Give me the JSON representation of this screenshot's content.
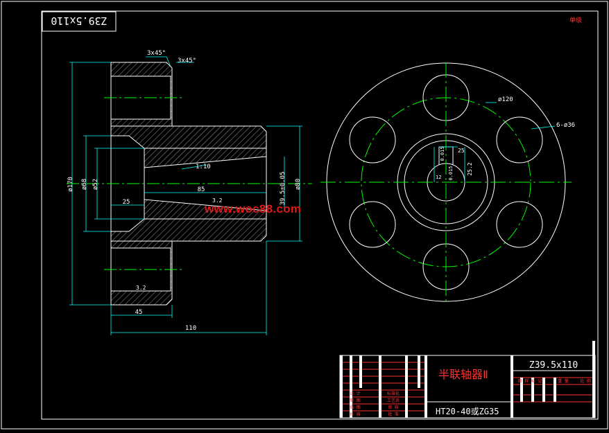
{
  "top_code": "Z39.5x110",
  "corner_mark": "单级",
  "colors": {
    "background": "#000000",
    "outline": "#ffffff",
    "dimension": "#00ffff",
    "center_line": "#00ff00",
    "title_block": "#ff3030",
    "watermark": "#e01818",
    "title_text": "#ff3030",
    "code_text": "#ffffff"
  },
  "section_view": {
    "chamfer_1": "3x45°",
    "chamfer_2": "3x45°",
    "dim_od_flange": "ø170",
    "dim_od_bore": "ø68",
    "dim_bore_inner": "ø52",
    "dim_od_hub": "ø80",
    "dim_hub_tol": "39.5±0.05",
    "dim_length_85": "85",
    "dim_depth_25": "25",
    "dim_length_45": "45",
    "dim_length_110": "110",
    "taper": "1:10",
    "surface_mark_1": "3.2",
    "surface_mark_2": "3.2"
  },
  "end_view": {
    "pcd_label": "ø120",
    "holes_label": "6-ø36",
    "key_width": "25",
    "key_depth": "25.2",
    "hole_tol_1": "0.015",
    "hole_tol_2": "0.015",
    "hole_small": "12"
  },
  "watermark": "www.woc88.com",
  "title_block": {
    "part_name": "半联轴器Ⅱ",
    "drawing_no": "Z39.5x110",
    "material": "HT20-40或ZG35",
    "row_labels": [
      "设 计",
      "制 图",
      "描 图",
      "校 核"
    ],
    "mid_labels": [
      "标准化",
      "工艺员",
      "审 核",
      "批 准"
    ],
    "right_header": [
      "图 样 标 记",
      "重 量",
      "比 例"
    ]
  }
}
